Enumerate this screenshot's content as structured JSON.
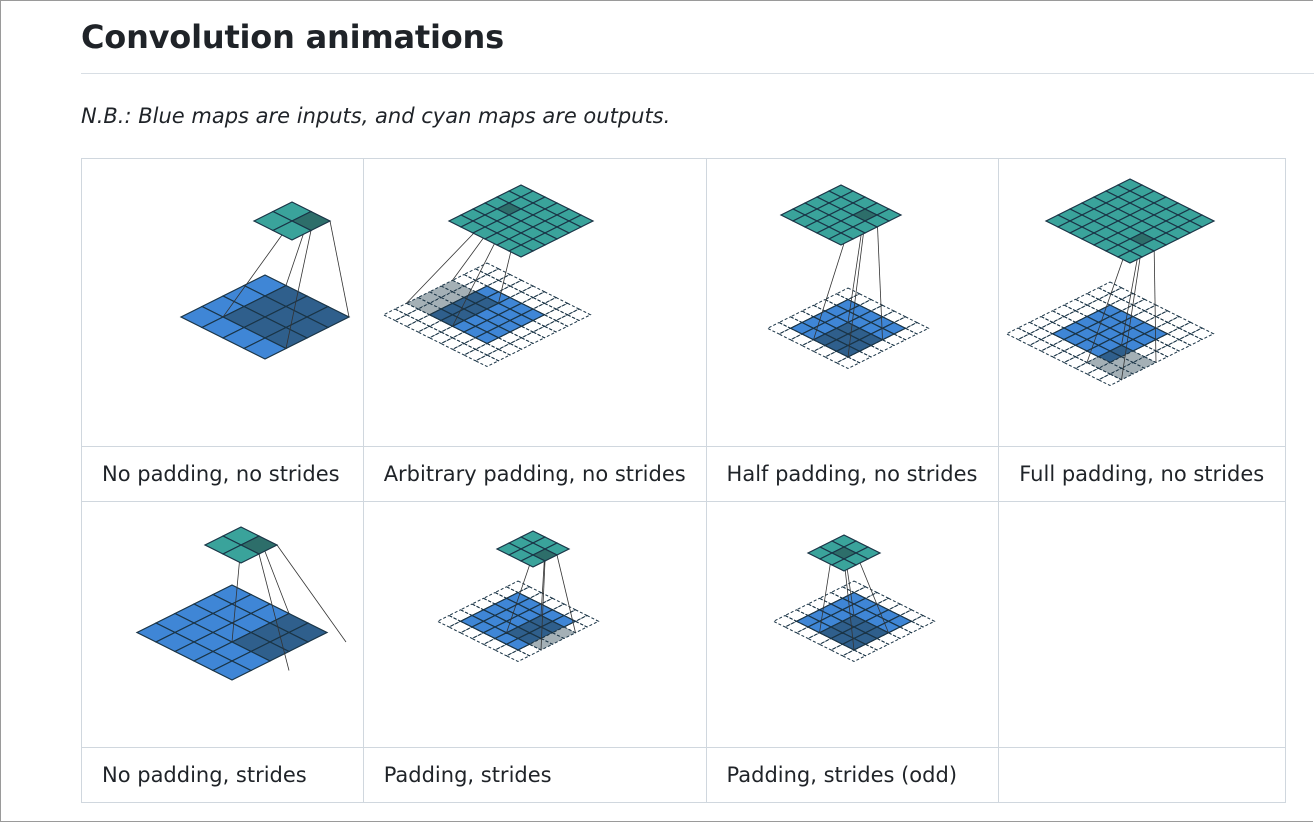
{
  "header": {
    "title": "Convolution animations",
    "note": "N.B.: Blue maps are inputs, and cyan maps are outputs."
  },
  "colors": {
    "input": "#3f86d6",
    "input_dark": "#2f5f8c",
    "output": "#3aa39b",
    "output_dark": "#2d6e6a",
    "padding_shaded": "#a4b0b6",
    "grid_line": "#1a3446",
    "border": "#d0d7de"
  },
  "animations": [
    {
      "caption": "No padding, no strides",
      "icon": "conv-no-padding-no-strides-diagram"
    },
    {
      "caption": "Arbitrary padding, no strides",
      "icon": "conv-arbitrary-padding-no-strides-diagram"
    },
    {
      "caption": "Half padding, no strides",
      "icon": "conv-half-padding-no-strides-diagram"
    },
    {
      "caption": "Full padding, no strides",
      "icon": "conv-full-padding-no-strides-diagram"
    },
    {
      "caption": "No padding, strides",
      "icon": "conv-no-padding-strides-diagram"
    },
    {
      "caption": "Padding, strides",
      "icon": "conv-padding-strides-diagram"
    },
    {
      "caption": "Padding, strides (odd)",
      "icon": "conv-padding-strides-odd-diagram"
    }
  ]
}
